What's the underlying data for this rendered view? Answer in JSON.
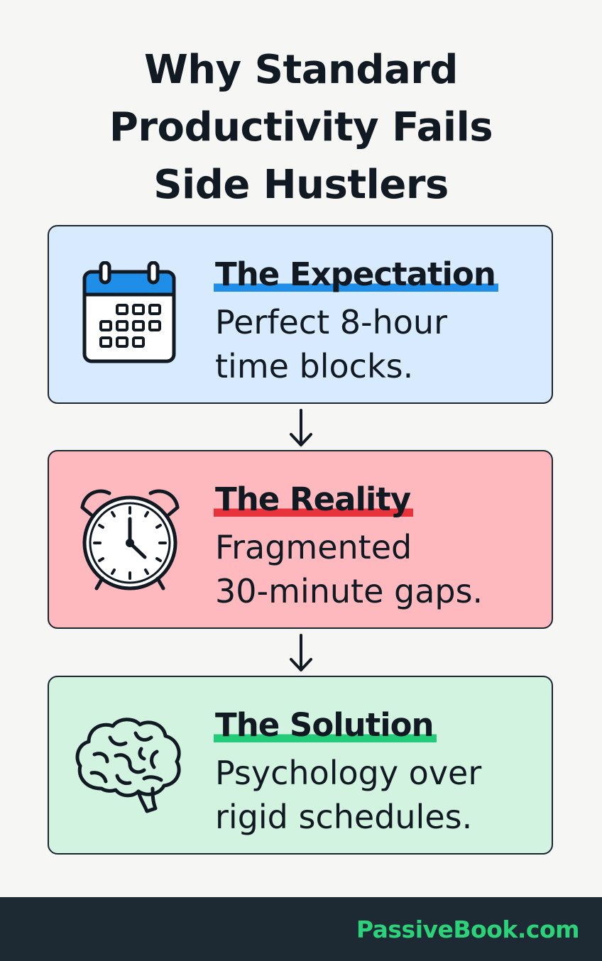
{
  "title": {
    "line1": "Why Standard",
    "line2": "Productivity Fails",
    "line3": "Side Hustlers"
  },
  "cards": [
    {
      "heading": "The Expectation",
      "body_line1": "Perfect 8-hour",
      "body_line2": "time blocks.",
      "icon": "calendar-icon",
      "background": "#d8eafd",
      "accent": "#1f8ee8"
    },
    {
      "heading": "The Reality",
      "body_line1": "Fragmented",
      "body_line2": "30-minute gaps.",
      "icon": "alarm-clock-icon",
      "background": "#fdb9bd",
      "accent": "#e8323c"
    },
    {
      "heading": "The Solution",
      "body_line1": "Psychology over",
      "body_line2": "rigid schedules.",
      "icon": "brain-icon",
      "background": "#d3f3e1",
      "accent": "#23cc78"
    }
  ],
  "footer": {
    "brand": "PassiveBook.com",
    "background": "#1d2933",
    "brand_color": "#2bd27a"
  }
}
